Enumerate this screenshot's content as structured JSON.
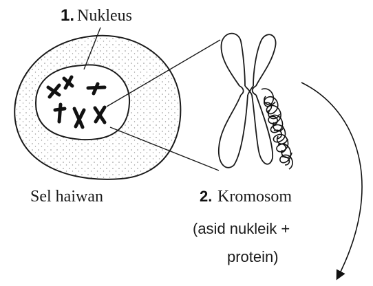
{
  "labels": {
    "nucleus": {
      "number": "1.",
      "text": "Nukleus"
    },
    "cell": {
      "text": "Sel haiwan"
    },
    "chromosome": {
      "number": "2.",
      "text": "Kromosom"
    },
    "composition_line1": "(asid nukleik +",
    "composition_line2": "protein)"
  },
  "colors": {
    "stroke": "#1a1a1a",
    "stipple": "#7a7a7a",
    "background": "#ffffff"
  }
}
